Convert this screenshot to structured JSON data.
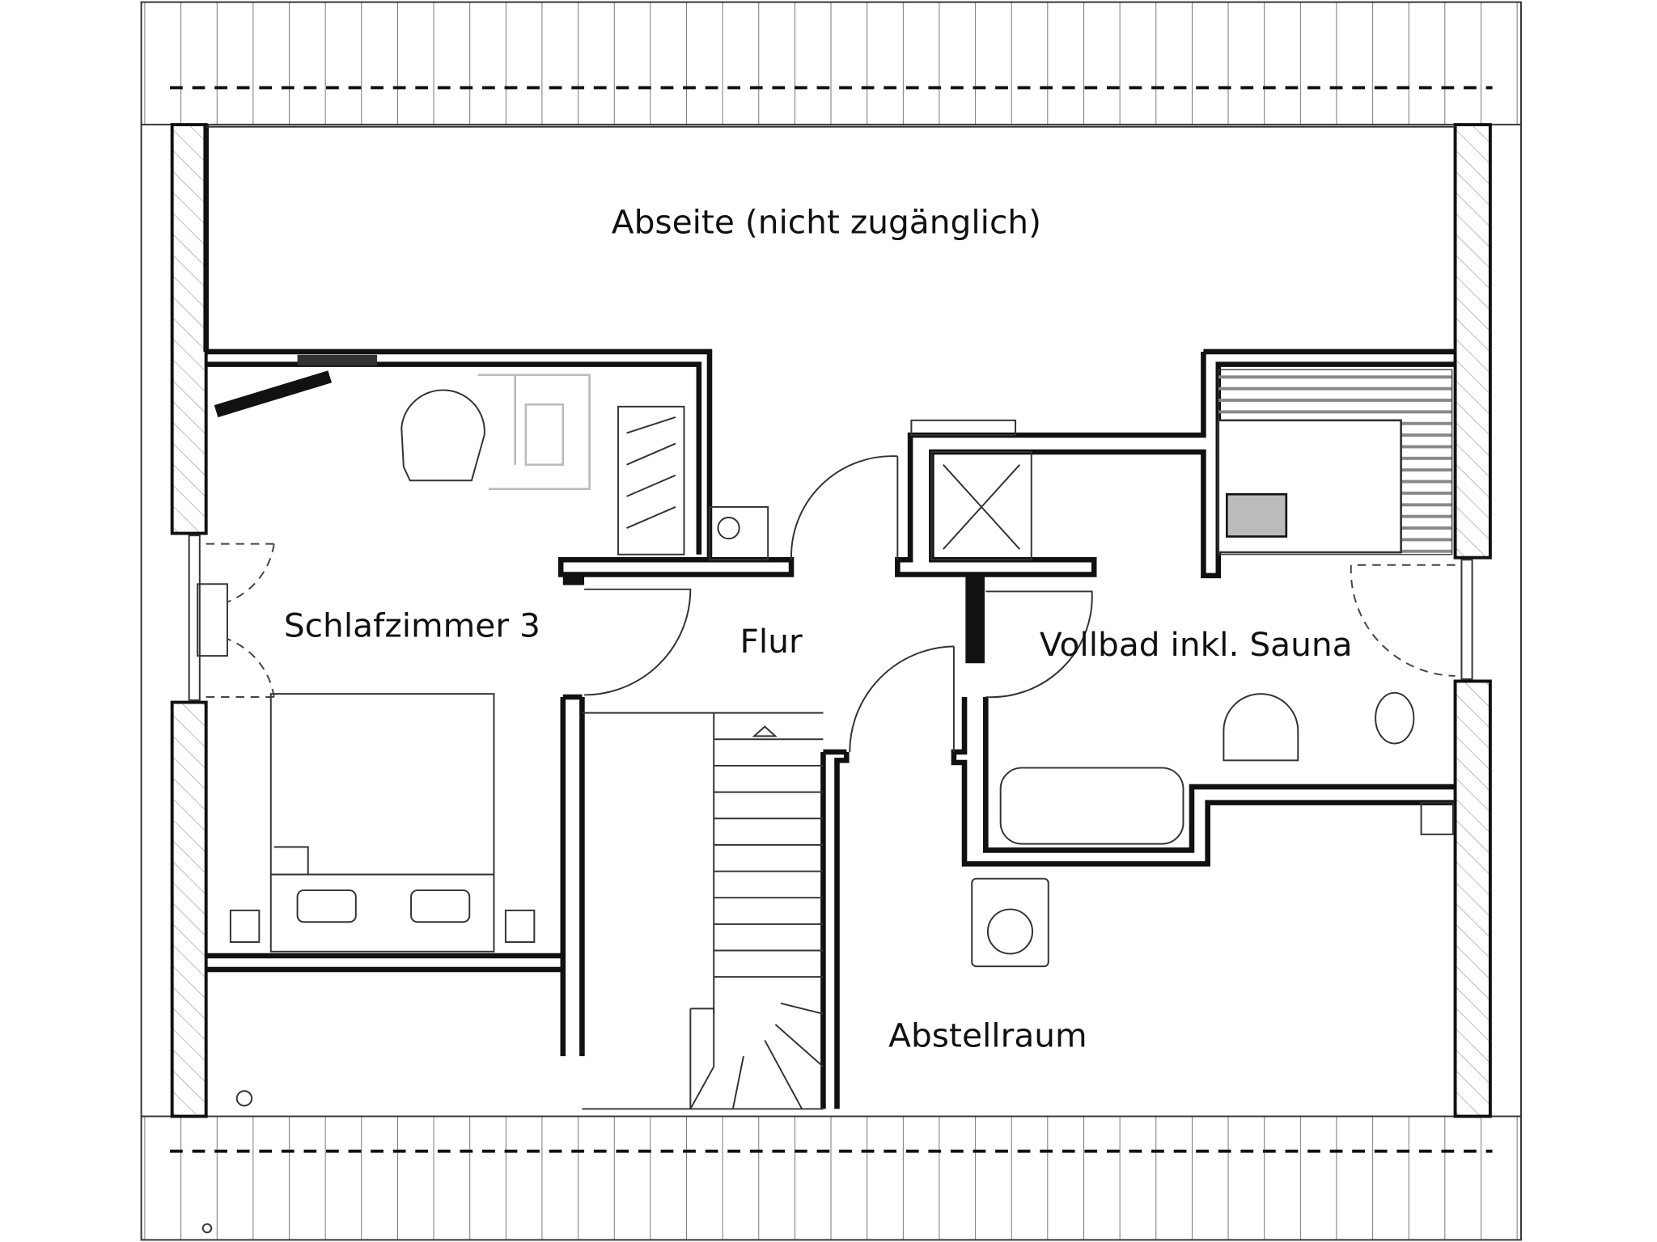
{
  "plan": {
    "rooms": {
      "abseite": "Abseite (nicht zugänglich)",
      "schlafzimmer": "Schlafzimmer 3",
      "flur": "Flur",
      "vollbad": "Vollbad inkl. Sauna",
      "abstellraum": "Abstellraum"
    }
  }
}
